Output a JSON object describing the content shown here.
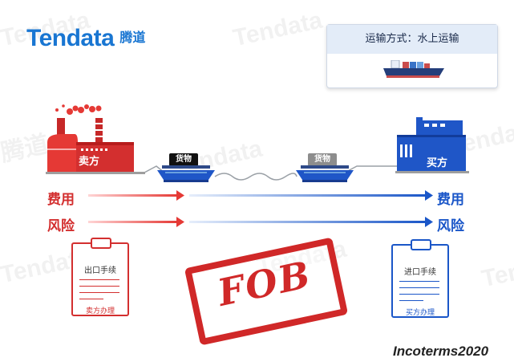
{
  "watermark": {
    "brand": "Tendata",
    "cn": "腾道"
  },
  "logo": {
    "brand": "Tendata",
    "cn": "腾道"
  },
  "transport": {
    "label": "运输方式：水上运输"
  },
  "seller": {
    "label": "卖方"
  },
  "buyer": {
    "label": "买方"
  },
  "cargo": {
    "label": "货物"
  },
  "rows": {
    "cost": "费用",
    "risk": "风险"
  },
  "docs": {
    "export": {
      "title": "出口手续",
      "footer": "卖方办理"
    },
    "import": {
      "title": "进口手续",
      "footer": "买方办理"
    }
  },
  "stamp": {
    "text": "FOB"
  },
  "incoterms": {
    "text": "Incoterms2020"
  },
  "colors": {
    "seller_red": "#d32f2f",
    "buyer_blue": "#1a56c8",
    "logo_blue": "#1976d2"
  }
}
